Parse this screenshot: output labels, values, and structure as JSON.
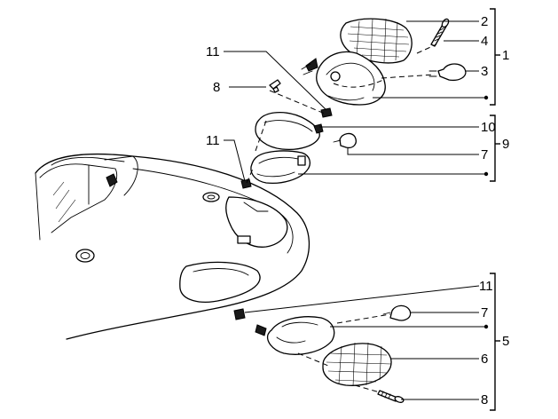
{
  "diagram": {
    "background_color": "#ffffff",
    "line_color": "#000000",
    "callouts": {
      "lens_rear_right": "2",
      "screw_rear_right": "4",
      "bulb_rear_right": "3",
      "assembly_rear_right": "1",
      "nut_top": "11",
      "screw_top": "8",
      "lens_mid": "10",
      "bulb_mid": "7",
      "assembly_mid": "9",
      "nut_mid": "11",
      "nut_bottom": "11",
      "bulb_bottom": "7",
      "assembly_bottom": "5",
      "lens_bottom": "6",
      "screw_bottom": "8"
    }
  }
}
